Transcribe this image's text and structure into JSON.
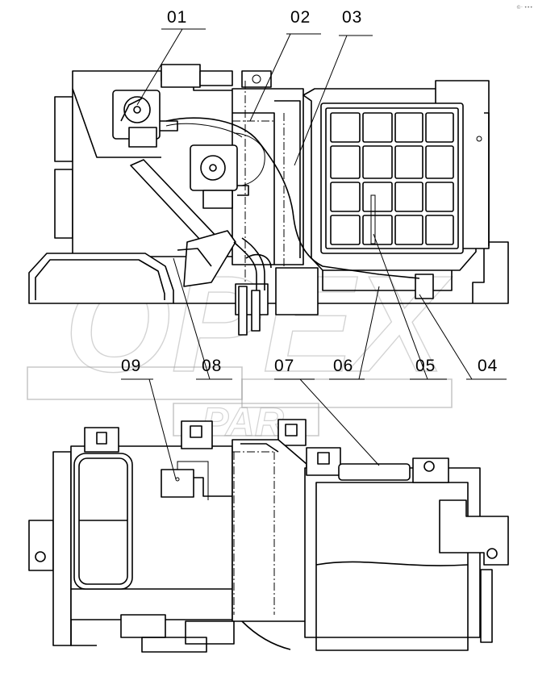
{
  "corner_tag": "©· •••",
  "watermark": {
    "text": "OPEX",
    "subtext": "PAR"
  },
  "callouts": [
    {
      "id": "01",
      "label": "01"
    },
    {
      "id": "02",
      "label": "02"
    },
    {
      "id": "03",
      "label": "03"
    },
    {
      "id": "04",
      "label": "04"
    },
    {
      "id": "05",
      "label": "05"
    },
    {
      "id": "06",
      "label": "06"
    },
    {
      "id": "07",
      "label": "07"
    },
    {
      "id": "08",
      "label": "08"
    },
    {
      "id": "09",
      "label": "09"
    }
  ]
}
